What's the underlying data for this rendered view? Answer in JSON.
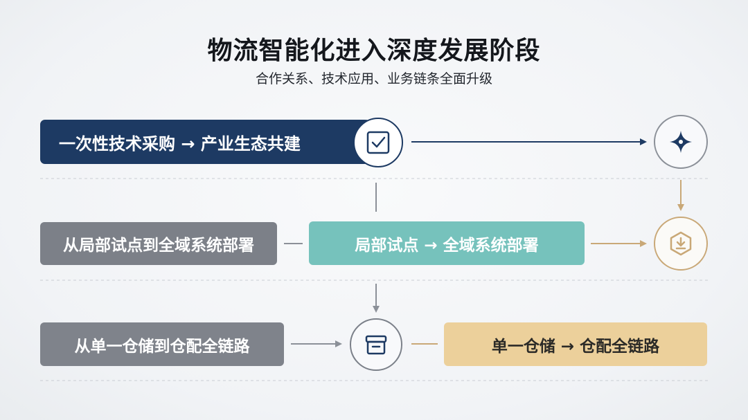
{
  "header": {
    "title": "物流智能化进入深度发展阶段",
    "subtitle": "合作关系、技术应用、业务链条全面升级"
  },
  "rows": [
    {
      "main_label": "一次性技术采购 → 产业生态共建",
      "icon": "check-document-icon",
      "end_icon": "sparkle-cross-icon",
      "color": "#1d3a63"
    },
    {
      "left_label": "从局部试点到全域系统部署",
      "main_label": "局部试点 → 全域系统部署",
      "end_icon": "hexagon-download-icon",
      "color": "#76c2bc",
      "accent": "#c9a877"
    },
    {
      "left_label": "从单一仓储到仓配全链路",
      "icon": "storage-box-icon",
      "main_label": "单一仓储 → 仓配全链路",
      "color": "#ecd09b"
    }
  ],
  "colors": {
    "navy": "#1d3a63",
    "teal": "#76c2bc",
    "gray": "#7f838b",
    "gold": "#ecd09b",
    "gold_line": "#c9a877"
  }
}
